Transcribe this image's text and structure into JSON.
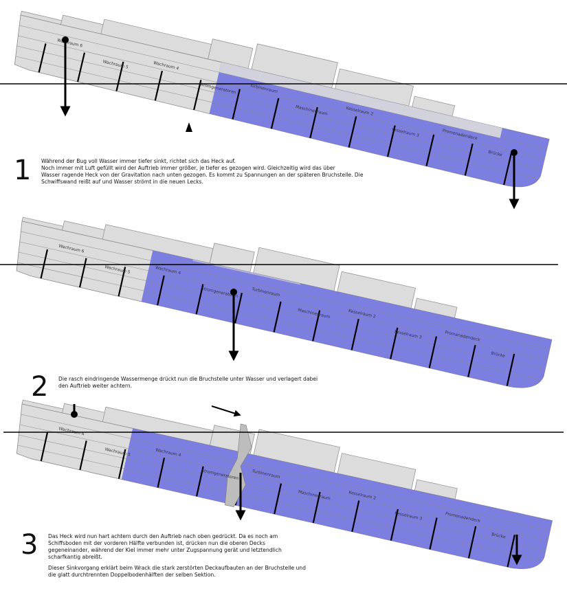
{
  "colors": {
    "water": "#6b6ee0",
    "hull": "#dcdcdc",
    "outline": "#8a8a8a"
  },
  "steps": [
    {
      "number": "1",
      "text": "Während der Bug voll Wasser immer tiefer sinkt, richtet sich das Heck auf.\nNoch immer mit Luft gefüllt wird der Auftrieb immer größer, je tiefer es gezogen wird. Gleichzeitig wird das über\nWasser ragende Heck von der Gravitation nach unten gezogen. Es kommt zu Spannungen an der späteren Bruchstelle. Die\nSchwiffswand reißt auf und Wasser strömt in die neuen Lecks."
    },
    {
      "number": "2",
      "text": "Die rasch eindringende Wassermenge drückt nun die Bruchstelle unter Wasser und verlagert dabei\nden Auftrieb weiter achtern."
    },
    {
      "number": "3",
      "text": "Das Heck wird nun hart achtern durch den Auftrieb nach oben gedrückt. Da es noch am\nSchiffsboden mit der vorderen Hälfte verbunden ist, drücken nun die oberen Decks\ngegeneinander, während der Kiel immer mehr unter Zugspannung gerät und letztendlich\nscharfkantig abreißt.",
      "text2": "Dieser Sinkvorgang erklärt beim Wrack die stark zerstörten Deckaufbauten an der Bruchstelle und\ndie glatt durchtrennten Doppelbodenhälften der selben Sektion."
    }
  ],
  "ship_labels": [
    "Wachraum 6",
    "Wachraum 5",
    "Wachraum 4",
    "Stromgeneratoren",
    "Turbinenraum",
    "Maschinenraum",
    "Kesselraum 2",
    "Kesselraum 3",
    "Promenadendeck",
    "Brücke"
  ]
}
